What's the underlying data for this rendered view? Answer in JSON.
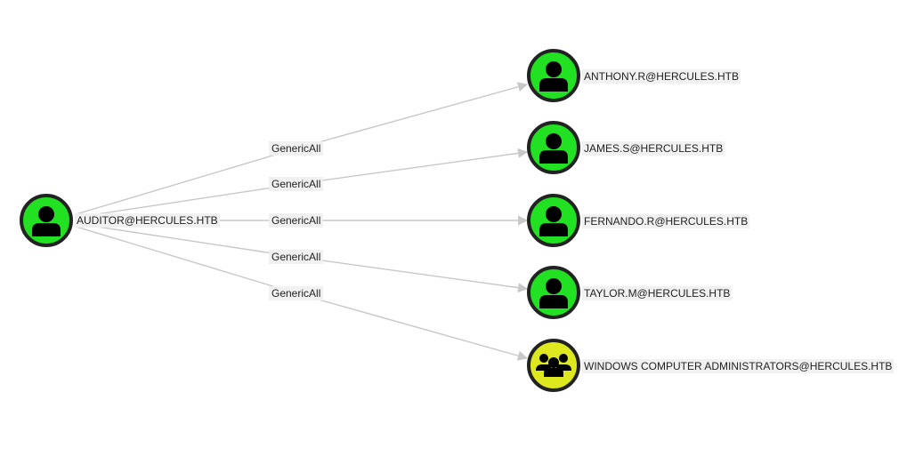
{
  "graph": {
    "source": {
      "id": "auditor",
      "label": "AUDITOR@HERCULES.HTB",
      "type": "user",
      "color": "#22e022",
      "icon": "user-icon"
    },
    "targets": [
      {
        "id": "anthony",
        "label": "ANTHONY.R@HERCULES.HTB",
        "type": "user",
        "color": "#22e022",
        "icon": "user-icon",
        "edge_label": "GenericAll"
      },
      {
        "id": "james",
        "label": "JAMES.S@HERCULES.HTB",
        "type": "user",
        "color": "#22e022",
        "icon": "user-icon",
        "edge_label": "GenericAll"
      },
      {
        "id": "fernando",
        "label": "FERNANDO.R@HERCULES.HTB",
        "type": "user",
        "color": "#22e022",
        "icon": "user-icon",
        "edge_label": "GenericAll"
      },
      {
        "id": "taylor",
        "label": "TAYLOR.M@HERCULES.HTB",
        "type": "user",
        "color": "#22e022",
        "icon": "user-icon",
        "edge_label": "GenericAll"
      },
      {
        "id": "wca",
        "label": "WINDOWS COMPUTER ADMINISTRATORS@HERCULES.HTB",
        "type": "group",
        "color": "#dde81e",
        "icon": "group-icon",
        "edge_label": "GenericAll"
      }
    ],
    "colors": {
      "edge": "#c8c8c8",
      "node_border": "#222222"
    }
  }
}
